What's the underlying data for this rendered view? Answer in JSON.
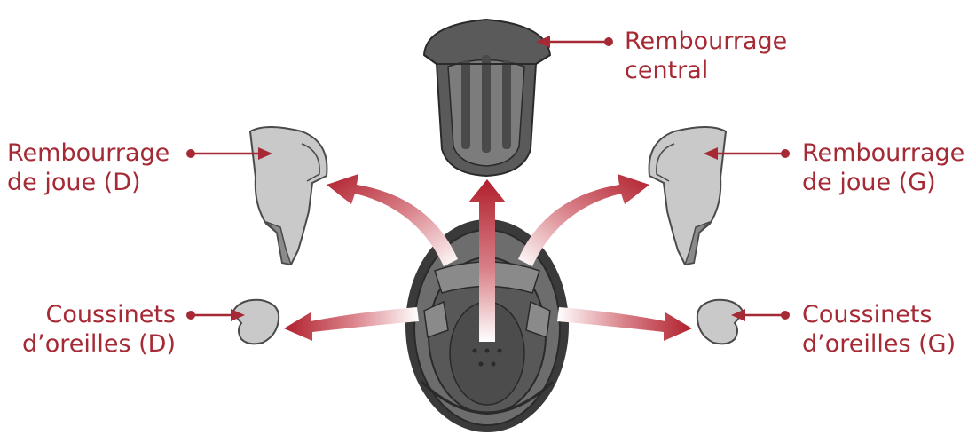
{
  "colors": {
    "accent": "#a52a35",
    "padding_fill": "#c9c9c9",
    "padding_stroke": "#4a4a4a",
    "shell": "#5b5b5b",
    "shell_dark": "#2f2f2f",
    "liner": "#707070"
  },
  "labels": {
    "top_pad": {
      "line1": "Rembourrage",
      "line2": "central"
    },
    "cheek_right": {
      "line1": "Rembourrage",
      "line2": "de joue (D)"
    },
    "cheek_left": {
      "line1": "Rembourrage",
      "line2": "de joue (G)"
    },
    "ear_right": {
      "line1": "Coussinets",
      "line2": "d’oreilles (D)"
    },
    "ear_left": {
      "line1": "Coussinets",
      "line2": "d’oreilles (G)"
    }
  }
}
